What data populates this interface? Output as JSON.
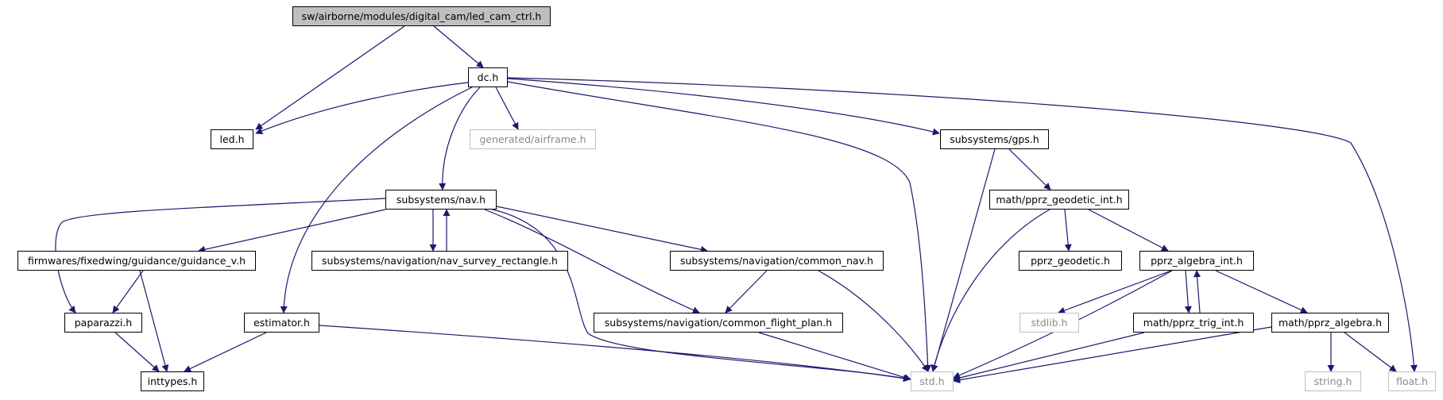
{
  "colors": {
    "edge": "#191970",
    "missing_border": "#bfbfbf",
    "root_fill": "#bfbfbf"
  },
  "nodes": {
    "root": "sw/airborne/modules/digital_cam/led_cam_ctrl.h",
    "dc": "dc.h",
    "led": "led.h",
    "airframe": "generated/airframe.h",
    "gps": "subsystems/gps.h",
    "nav": "subsystems/nav.h",
    "geodetic_int": "math/pprz_geodetic_int.h",
    "guidance_v": "firmwares/fixedwing/guidance/guidance_v.h",
    "nav_survey": "subsystems/navigation/nav_survey_rectangle.h",
    "common_nav": "subsystems/navigation/common_nav.h",
    "pprz_geodetic": "pprz_geodetic.h",
    "algebra_int": "pprz_algebra_int.h",
    "paparazzi": "paparazzi.h",
    "estimator": "estimator.h",
    "flight_plan": "subsystems/navigation/common_flight_plan.h",
    "stdlib": "stdlib.h",
    "trig_int": "math/pprz_trig_int.h",
    "algebra": "math/pprz_algebra.h",
    "inttypes": "inttypes.h",
    "std": "std.h",
    "string": "string.h",
    "float": "float.h"
  }
}
